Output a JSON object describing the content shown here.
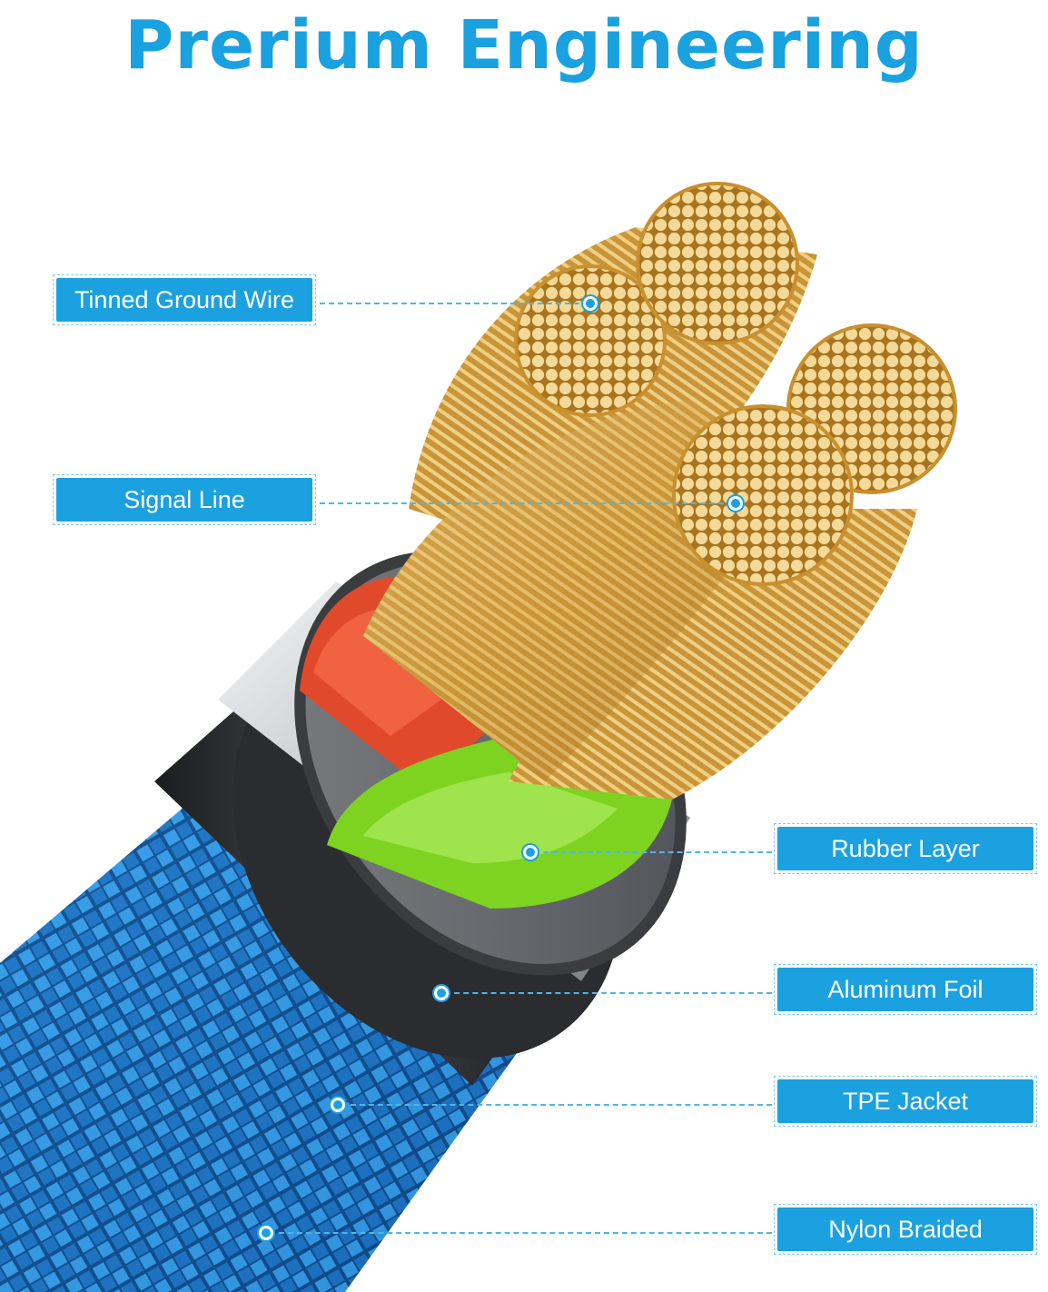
{
  "title": "Prerium Engineering",
  "labels": [
    {
      "id": "tinned-ground-wire",
      "text": "Tinned Ground Wire"
    },
    {
      "id": "signal-line",
      "text": "Signal Line"
    },
    {
      "id": "rubber-layer",
      "text": "Rubber Layer"
    },
    {
      "id": "aluminum-foil",
      "text": "Aluminum Foil"
    },
    {
      "id": "tpe-jacket",
      "text": "TPE Jacket"
    },
    {
      "id": "nylon-braided",
      "text": "Nylon Braided"
    }
  ],
  "colors": {
    "accent": "#1ba1df",
    "copper": "#d9a84a",
    "red_insulation": "#e04a2a",
    "green_insulation": "#7ed321",
    "aluminum_foil": "#c9cdd1",
    "tpe_jacket": "#2d2f33",
    "nylon_braid": "#1e88d6"
  }
}
